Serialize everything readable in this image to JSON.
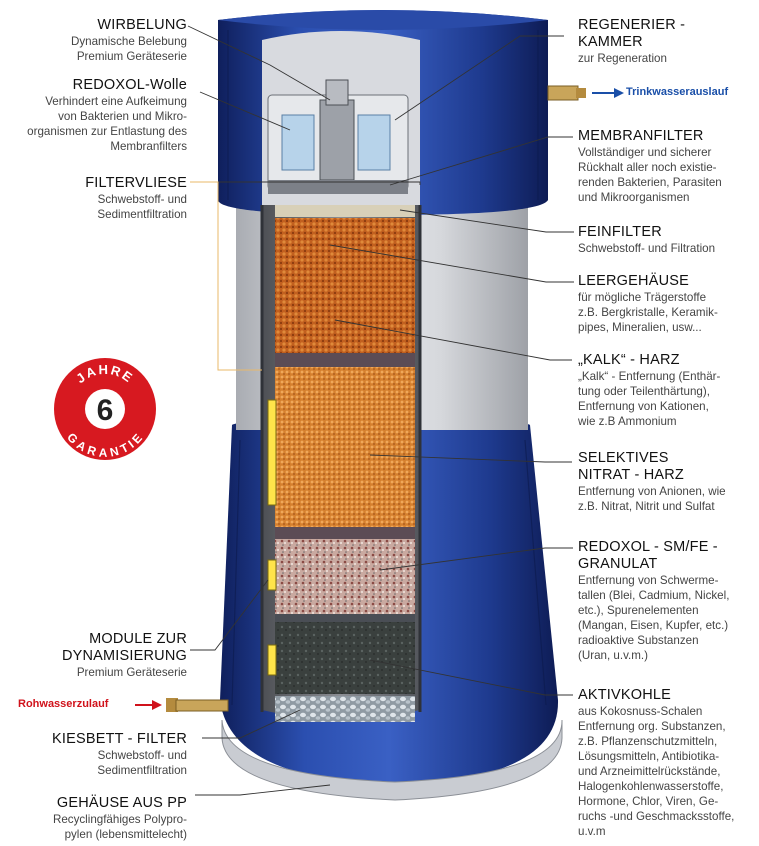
{
  "labels_left": [
    {
      "key": "wirbelung",
      "title": "WIRBELUNG",
      "desc": "Dynamische Belebung\nPremium Geräteserie"
    },
    {
      "key": "redoxol_wolle",
      "title": "REDOXOL-Wolle",
      "desc": "Verhindert eine Aufkeimung\nvon Bakterien und Mikro-\norganismen zur Entlastung des\nMembranfilters"
    },
    {
      "key": "filtervliese",
      "title": "FILTERVLIESE",
      "desc": "Schwebstoff- und\nSedimentfiltration"
    },
    {
      "key": "module",
      "title": "MODULE ZUR\nDYNAMISIERUNG",
      "desc": "Premium Geräteserie"
    },
    {
      "key": "kiesbett",
      "title": "KIESBETT - FILTER",
      "desc": "Schwebstoff- und\nSedimentfiltration"
    },
    {
      "key": "gehaeuse",
      "title": "GEHÄUSE AUS PP",
      "desc": "Recyclingfähiges Polypro-\npylen (lebensmittelecht)"
    }
  ],
  "labels_right": [
    {
      "key": "regenerier",
      "title": "REGENERIER -\nKAMMER",
      "desc": "zur Regeneration"
    },
    {
      "key": "membranfilter",
      "title": "MEMBRANFILTER",
      "desc": "Vollständiger und sicherer\nRückhalt aller noch existie-\nrenden Bakterien, Parasiten\nund Mikroorganismen"
    },
    {
      "key": "feinfilter",
      "title": "FEINFILTER",
      "desc": "Schwebstoff- und Filtration"
    },
    {
      "key": "leergehaeuse",
      "title": "LEERGEHÄUSE",
      "desc": "für mögliche Trägerstoffe\nz.B. Bergkristalle, Keramik-\npipes, Mineralien, usw..."
    },
    {
      "key": "kalk",
      "title": "„KALK“ - HARZ",
      "desc": "„Kalk“ - Entfernung (Enthär-\ntung oder Teilenthärtung),\nEntfernung von Kationen,\nwie z.B Ammonium"
    },
    {
      "key": "nitrat",
      "title": "SELEKTIVES\nNITRAT - HARZ",
      "desc": "Entfernung von Anionen, wie\nz.B. Nitrat, Nitrit und Sulfat"
    },
    {
      "key": "redoxol_granulat",
      "title": "REDOXOL - SM/FE -\nGRANULAT",
      "desc": "Entfernung von Schwerme-\ntallen (Blei, Cadmium, Nickel,\netc.), Spurenelementen\n(Mangan, Eisen, Kupfer, etc.)\nradioaktive Substanzen\n(Uran, u.v.m.)"
    },
    {
      "key": "aktivkohle",
      "title": "AKTIVKOHLE",
      "desc": "aus Kokosnuss-Schalen\nEntfernung org. Substanzen,\nz.B. Pflanzenschutzmitteln,\nLösungsmitteln, Antibiotika-\nund Arzneimittelrückstände,\nHalogenkohlenwasserstoffe,\nHormone, Chlor, Viren, Ge-\nruchs -und Geschmacksstoffe,\nu.v.m"
    }
  ],
  "flows": {
    "outlet": "Trinkwasserauslauf",
    "inlet": "Rohwasserzulauf"
  },
  "badge": {
    "number": "6",
    "top_text": "JAHRE",
    "bottom_text": "GARANTIE"
  },
  "colors": {
    "housing_blue": "#1f3a8c",
    "housing_dark": "#14276b",
    "outlet_text": "#1a4fa8",
    "inlet_text": "#d0121b",
    "badge_red": "#d71920",
    "leader_line": "#333333",
    "filtervliese_line": "#e8b86a"
  }
}
